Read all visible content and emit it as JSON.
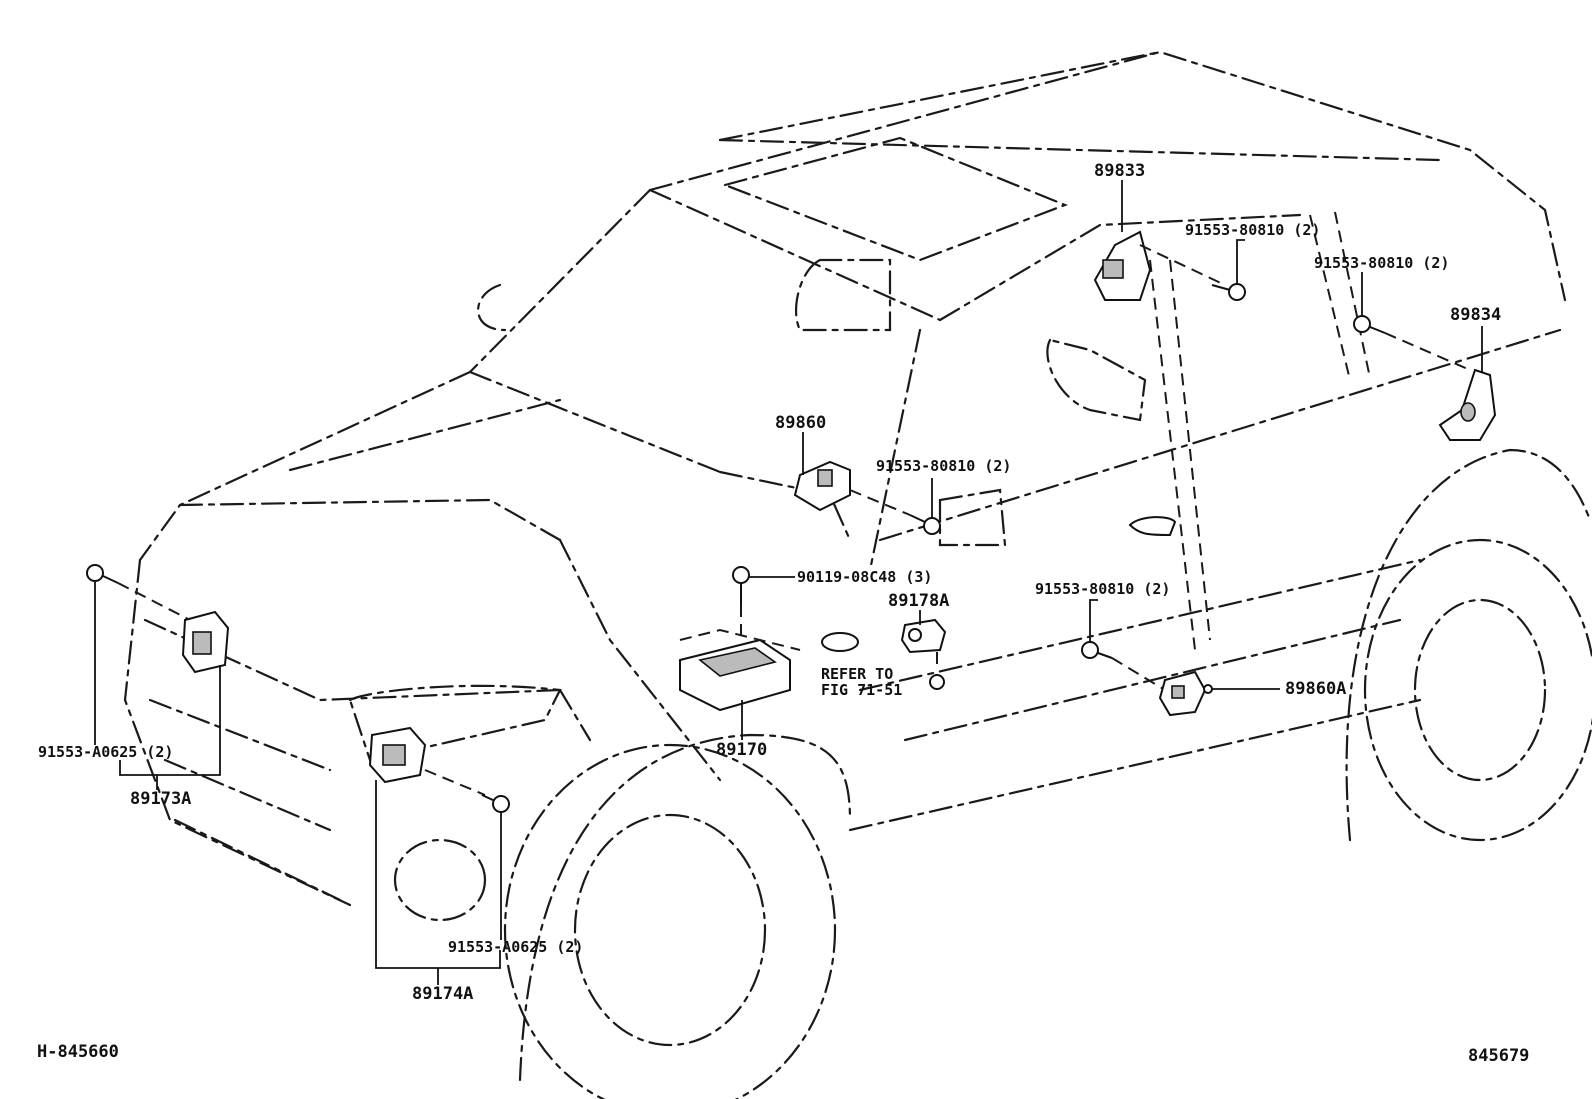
{
  "diagram": {
    "figure_code": "H-845660",
    "figure_number": "845679"
  },
  "labels": {
    "p89833": "89833",
    "p91553_80810_a": "91553-80810 (2)",
    "p91553_80810_b": "91553-80810 (2)",
    "p89834": "89834",
    "p89860": "89860",
    "p91553_80810_c": "91553-80810 (2)",
    "p90119": "90119-08C48 (3)",
    "p89178A": "89178A",
    "p91553_80810_d": "91553-80810 (2)",
    "refer_line1": "REFER TO",
    "refer_line2": "FIG 71-51",
    "p89860A": "89860A",
    "p89170": "89170",
    "p91553_A0625_a": "91553-A0625 (2)",
    "p89173A": "89173A",
    "p91553_A0625_b": "91553-A0625 (2)",
    "p89174A": "89174A"
  }
}
